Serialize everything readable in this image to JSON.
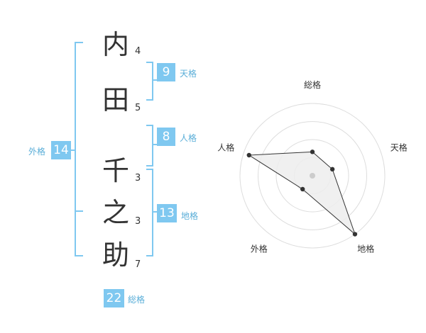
{
  "name": {
    "characters": [
      {
        "char": "内",
        "strokes": "4"
      },
      {
        "char": "田",
        "strokes": "5"
      },
      {
        "char": "千",
        "strokes": "3"
      },
      {
        "char": "之",
        "strokes": "3"
      },
      {
        "char": "助",
        "strokes": "7"
      }
    ]
  },
  "fortunes": {
    "tenkaku": {
      "label": "天格",
      "value": "9"
    },
    "jinkaku": {
      "label": "人格",
      "value": "8"
    },
    "chikaku": {
      "label": "地格",
      "value": "13"
    },
    "gaikaku": {
      "label": "外格",
      "value": "14"
    },
    "soukaku": {
      "label": "総格",
      "value": "22"
    }
  },
  "colors": {
    "accent": "#7fc8f0",
    "label": "#5aaed8",
    "text": "#333333",
    "grid": "#dddddd",
    "fill": "#ededed"
  },
  "chart_data": {
    "type": "radar",
    "axes": [
      "総格",
      "天格",
      "地格",
      "外格",
      "人格"
    ],
    "values": [
      0.33,
      0.29,
      1.0,
      0.23,
      0.92
    ],
    "rings": 4
  }
}
